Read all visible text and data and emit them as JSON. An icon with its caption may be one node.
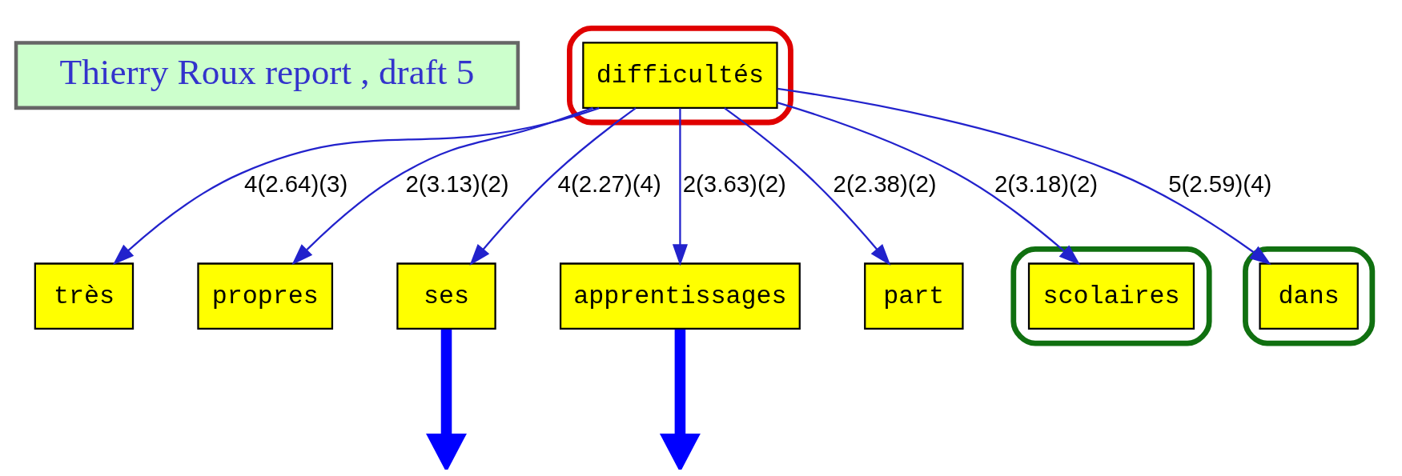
{
  "diagram": {
    "nodes": [
      {
        "text": [
          "Thierry Roux report , draft 5"
        ]
      },
      {
        "text": [],
        "shape": "ellipse"
      },
      {
        "text": [
          "difficultés"
        ],
        "in": 1
      },
      {
        "text": [
          "très"
        ]
      },
      {
        "text": [
          "propres"
        ]
      },
      {
        "text": [
          "ses"
        ]
      },
      {
        "text": [
          "apprentissages"
        ]
      },
      {
        "text": [
          "part"
        ]
      },
      {
        "text": [],
        "shape": "ellipse"
      },
      {
        "text": [
          "scolaires"
        ],
        "in": 8
      },
      {
        "text": [],
        "shape": "ellipse"
      },
      {
        "text": [
          "dans"
        ],
        "in": 10
      }
    ],
    "edges": [
      {
        "from": 2,
        "to": 3,
        "arrow": "to",
        "label": "4(2.64)(3)"
      },
      {
        "from": 2,
        "to": 5,
        "arrow": "to",
        "label": "4(2.27)(4)"
      },
      {
        "from": 2,
        "to": 7,
        "arrow": "to",
        "label": "2(2.38)(2)"
      },
      {
        "from": 2,
        "to": 9,
        "arrow": "to",
        "label": "2(3.18)(2)"
      },
      {
        "from": 2,
        "to": 11,
        "arrow": "to",
        "label": "5(2.59)(4)"
      },
      {
        "from": 2,
        "to": 6,
        "arrow": "to",
        "label": "2(3.63)(2)"
      },
      {
        "from": 2,
        "to": 4,
        "arrow": "to",
        "label": "2(3.13)(2)"
      },
      {
        "from": 5,
        "to": null,
        "arrow": "to",
        "style": "thick",
        "color": "#0000ff"
      },
      {
        "from": 6,
        "to": null,
        "arrow": "to",
        "style": "thick",
        "color": "#0000ff"
      }
    ]
  }
}
